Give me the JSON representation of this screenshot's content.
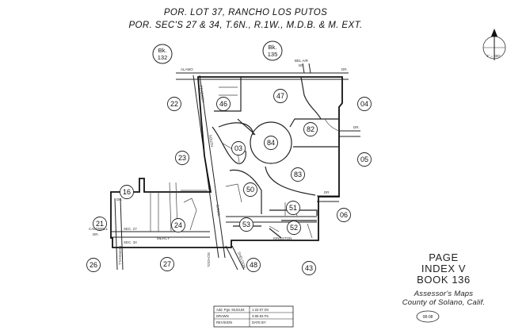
{
  "header": {
    "line1": "POR. LOT 37, RANCHO LOS PUTOS",
    "line2": "POR. SEC'S 27 & 34, T.6N., R.1W., M.D.B. & M. EXT."
  },
  "adjacent_books": [
    {
      "label": "Bk.\n132",
      "l1": "Bk.",
      "l2": "132"
    },
    {
      "label": "Bk.\n135",
      "l1": "Bk.",
      "l2": "135"
    }
  ],
  "north_arrow": {
    "scale": "1\" = 400'"
  },
  "parcels_outside": [
    "22",
    "23",
    "16",
    "21",
    "26",
    "27",
    "24",
    "48",
    "43",
    "04",
    "05",
    "06"
  ],
  "parcels_inside": [
    "46",
    "47",
    "03",
    "82",
    "84",
    "83",
    "50",
    "51",
    "53",
    "52"
  ],
  "streets": {
    "top_left": "ALAMO",
    "top_right": "DR.",
    "bel_air": "BEL AIR",
    "bel_air_dr": "DR.",
    "right_dr": "DR.",
    "right_dr2": "DR.",
    "left_dr": "DR.",
    "sec27": "SEC. 27",
    "sec34": "SEC. 34",
    "caldwell": "CALDWELL",
    "dr_small": "DR.",
    "peabody": "PEABODY",
    "marshall": "MARSHALL",
    "school": "SCHOOL",
    "canal": "CANAL",
    "south": "SOUTH",
    "mercy": "MERCY",
    "kingston": "KINGSTON",
    "sheldon": "SHELDON"
  },
  "page_info": {
    "page": "PAGE",
    "index": "INDEX V",
    "book": "BOOK 136",
    "assessor": "Assessor's Maps",
    "county": "County of Solano, Calif."
  },
  "revision_table": {
    "row1_left": "Add. Pgs. 83,83,84",
    "row1_right": "1-22-07 DV",
    "row2_left": "DRAWN",
    "row2_right": "3-05-83 FS",
    "row3_left": "REVISION",
    "row3_right": "DATE BY"
  },
  "page_code": "08-08"
}
